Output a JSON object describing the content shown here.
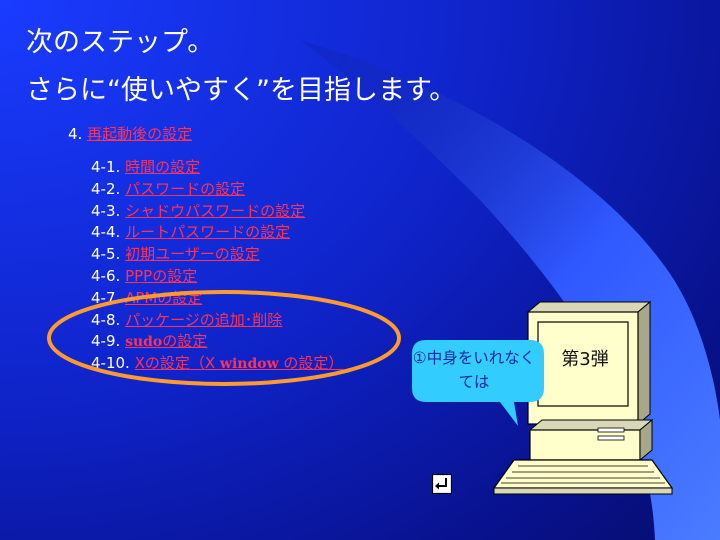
{
  "slide": {
    "title_line1": "次のステップ。",
    "title_line2": "さらに“使いやすく”を目指します。",
    "section": {
      "number": "4.",
      "label": "再起動後の設定"
    },
    "items": [
      {
        "number": "4-1.",
        "label": "時間の設定"
      },
      {
        "number": "4-2.",
        "label": "パスワードの設定"
      },
      {
        "number": "4-3.",
        "label": "シャドウパスワードの設定"
      },
      {
        "number": "4-4.",
        "label": "ルートパスワードの設定"
      },
      {
        "number": "4-5.",
        "label": "初期ユーザーの設定"
      },
      {
        "number": "4-6.",
        "label": "PPPの設定"
      },
      {
        "number": "4-7.",
        "label": "APMの設定"
      },
      {
        "number": "4-8.",
        "label": "パッケージの追加･削除"
      },
      {
        "number": "4-9.",
        "label_latin": "sudo",
        "label_rest": "の設定"
      },
      {
        "number": "4-10.",
        "label_pre": "Xの設定（X ",
        "label_latin": "window",
        "label_post": " の設定）"
      }
    ],
    "callout_text": "①中身をいれなくては",
    "monitor_label": "第3弾",
    "colors": {
      "title_text": "#ffffff",
      "link_text": "#ff3355",
      "highlight_ellipse": "#ff9a2e",
      "callout_fill": "#33ccff",
      "monitor_fill": "#ffffcc",
      "swoosh": "#3a6cff"
    },
    "icons": [
      "return-arrow-icon"
    ]
  }
}
